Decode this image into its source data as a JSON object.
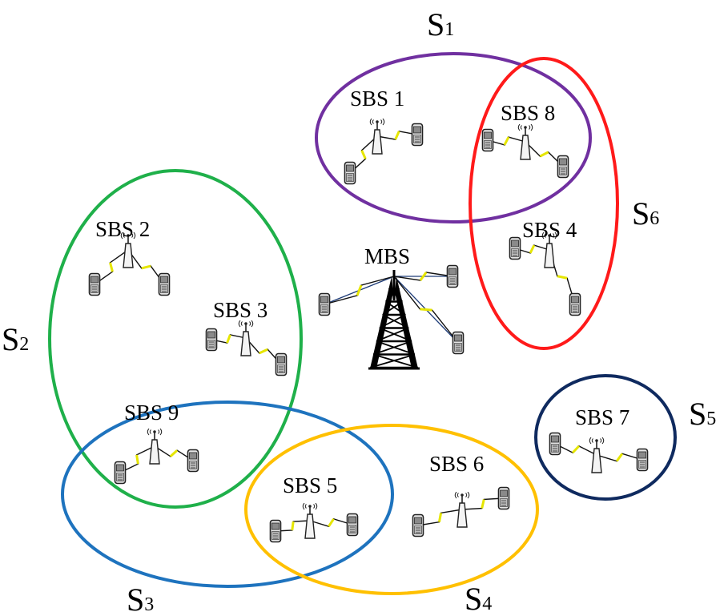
{
  "sets": [
    {
      "id": "S1",
      "letter": "S",
      "sub": "1",
      "color": "#7030a0"
    },
    {
      "id": "S2",
      "letter": "S",
      "sub": "2",
      "color": "#1fb04a"
    },
    {
      "id": "S3",
      "letter": "S",
      "sub": "3",
      "color": "#1e73be"
    },
    {
      "id": "S4",
      "letter": "S",
      "sub": "4",
      "color": "#ffc000"
    },
    {
      "id": "S5",
      "letter": "S",
      "sub": "5",
      "color": "#0f2a5f"
    },
    {
      "id": "S6",
      "letter": "S",
      "sub": "6",
      "color": "#ff1a1a"
    }
  ],
  "mbs": {
    "label": "MBS"
  },
  "sbs": [
    {
      "label": "SBS 1"
    },
    {
      "label": "SBS 2"
    },
    {
      "label": "SBS 3"
    },
    {
      "label": "SBS 4"
    },
    {
      "label": "SBS 5"
    },
    {
      "label": "SBS 6"
    },
    {
      "label": "SBS 7"
    },
    {
      "label": "SBS 8"
    },
    {
      "label": "SBS 9"
    }
  ],
  "icons": {
    "tower": "cell-tower-icon",
    "small_cell": "small-antenna-icon",
    "phone": "mobile-phone-icon",
    "link": "lightning-link-icon"
  }
}
